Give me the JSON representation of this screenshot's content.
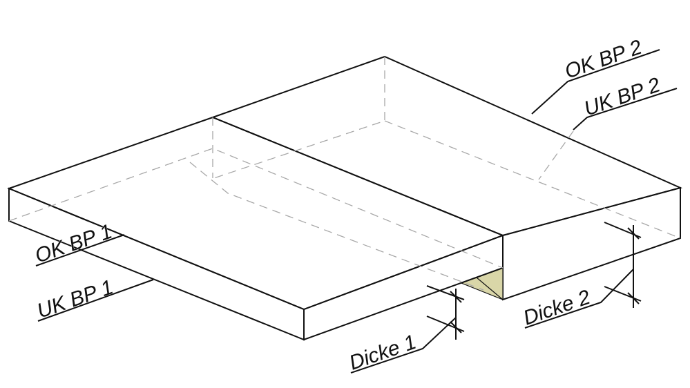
{
  "labels": {
    "ok_bp2": "OK BP 2",
    "uk_bp2": "UK BP 2",
    "ok_bp1": "OK BP 1",
    "uk_bp1": "UK BP 1",
    "dicke1": "Dicke 1",
    "dicke2": "Dicke 2"
  },
  "colors": {
    "top_face": "#cbcbcb",
    "side_face": "#bdbdbd",
    "joint_fill": "#d9d6a8",
    "line": "#111111"
  }
}
